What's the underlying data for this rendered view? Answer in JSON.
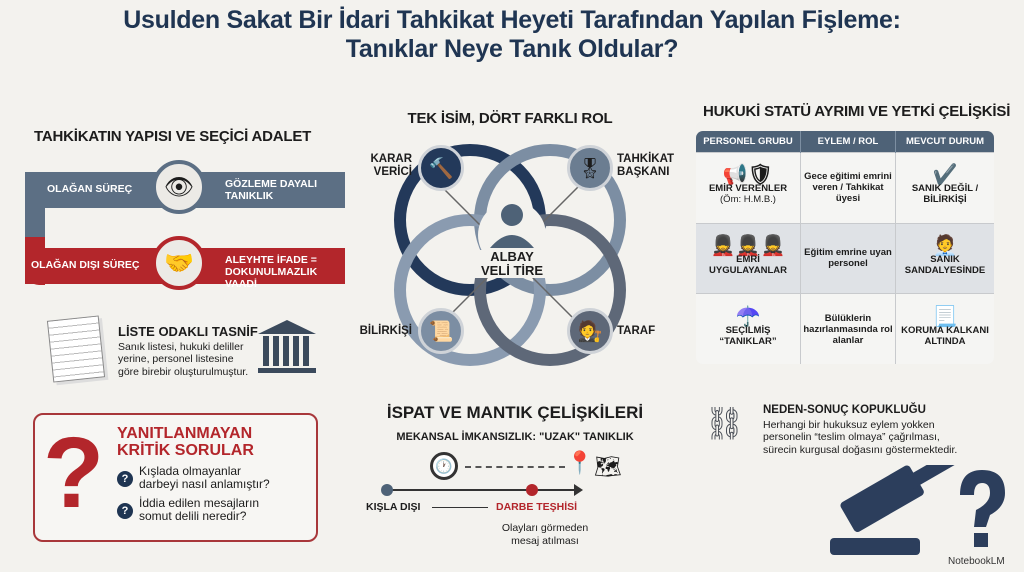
{
  "title": {
    "line1": "Usulden Sakat Bir İdari Tahkikat Heyeti Tarafından Yapılan Fişleme:",
    "line2": "Tanıklar Neye Tanık Oldular?"
  },
  "structure": {
    "heading": "TAHKİKATIN YAPISI VE SEÇİCİ ADALET",
    "normal_label": "OLAĞAN SÜREÇ",
    "normal_result": [
      "GÖZLEME DAYALI",
      "TANIKLIK"
    ],
    "abnormal_label": "OLAĞAN DIŞI SÜREÇ",
    "abnormal_result": [
      "ALEYHTE İFADE =",
      "DOKUNULMAZLIK VAADİ"
    ]
  },
  "list": {
    "heading": "LİSTE ODAKLI TASNİF",
    "text": [
      "Sanık listesi, hukuki deliller",
      "yerine, personel listesine",
      "göre birebir oluşturulmuştur."
    ]
  },
  "questions": {
    "heading": [
      "YANITLANMAYAN",
      "KRİTİK SORULAR"
    ],
    "items": [
      [
        "Kışlada olmayanlar",
        "darbeyi nasıl anlamıştır?"
      ],
      [
        "İddia edilen mesajların",
        "somut delili neredir?"
      ]
    ]
  },
  "roles": {
    "heading": "TEK İSİM, DÖRT FARKLI ROL",
    "center": [
      "ALBAY",
      "VELİ TİRE"
    ],
    "items": [
      [
        "KARAR",
        "VERİCİ"
      ],
      [
        "TAHKİKAT",
        "BAŞKANI"
      ],
      [
        "BİLİRKİŞİ"
      ],
      [
        "TARAF"
      ]
    ]
  },
  "table": {
    "heading": "HUKUKİ STATÜ AYRIMI VE YETKİ ÇELİŞKİSİ",
    "columns": [
      "PERSONEL GRUBU",
      "EYLEM / ROL",
      "MEVCUT DURUM"
    ],
    "rows": [
      {
        "group": "EMİR VERENLER",
        "note": "(Öm: H.M.B.)",
        "role": "Gece eğitimi emrini veren / Tahkikat üyesi",
        "status": "SANIK DEĞİL / BİLİRKİŞİ"
      },
      {
        "group": "EMRİ UYGULAYANLAR",
        "note": "",
        "role": "Eğitim emrine uyan personel",
        "status": "SANIK SANDALYESİNDE"
      },
      {
        "group": "SEÇİLMİŞ “TANIKLAR”",
        "note": "",
        "role": "Bülüklerin hazırlanmasında rol alanlar",
        "status": "KORUMA KALKANI ALTINDA"
      }
    ]
  },
  "proof": {
    "heading": "İSPAT VE MANTIK ÇELİŞKİLERİ",
    "subheading": "MEKANSAL İMKANSIZLIK: \"UZAK\" TANIKLIK",
    "start": "KIŞLA DIŞI",
    "end": "DARBE TEŞHİSİ",
    "note": [
      "Olayları görmeden",
      "mesaj atılması"
    ]
  },
  "causality": {
    "heading": "NEDEN-SONUÇ KOPUKLUĞU",
    "text": [
      "Herhangi bir hukuksuz eylem yokken",
      "personelin “teslim olmaya” çağrılması,",
      "sürecin kurgusal doğasını göstermektedir."
    ]
  },
  "watermark": "NotebookLM",
  "colors": {
    "navy": "#1f3552",
    "red": "#b3262b",
    "slate": "#5c6f84"
  }
}
